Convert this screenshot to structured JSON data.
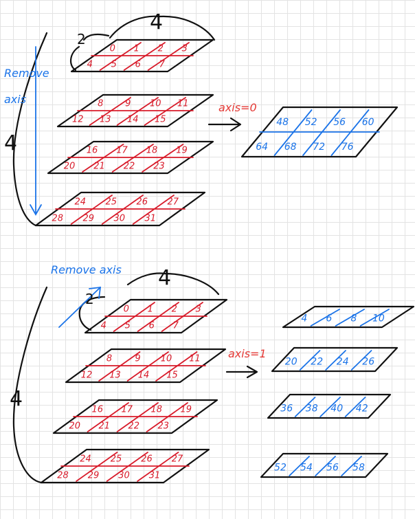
{
  "top": {
    "dim_depth": "4",
    "dim_rows": "2",
    "dim_cols": "4",
    "remove_axis_line1": "Remove",
    "remove_axis_line2": "axis",
    "operation": "axis=0",
    "planes": [
      {
        "row1": [
          "0",
          "1",
          "2",
          "3"
        ],
        "row2": [
          "4",
          "5",
          "6",
          "7"
        ]
      },
      {
        "row1": [
          "8",
          "9",
          "10",
          "11"
        ],
        "row2": [
          "12",
          "13",
          "14",
          "15"
        ]
      },
      {
        "row1": [
          "16",
          "17",
          "18",
          "19"
        ],
        "row2": [
          "20",
          "21",
          "22",
          "23"
        ]
      },
      {
        "row1": [
          "24",
          "25",
          "26",
          "27"
        ],
        "row2": [
          "28",
          "29",
          "30",
          "31"
        ]
      }
    ],
    "result": {
      "row1": [
        "48",
        "52",
        "56",
        "60"
      ],
      "row2": [
        "64",
        "68",
        "72",
        "76"
      ]
    }
  },
  "bottom": {
    "dim_depth": "4",
    "dim_rows": "2",
    "dim_cols": "4",
    "remove_axis": "Remove axis",
    "operation": "axis=1",
    "planes": [
      {
        "row1": [
          "0",
          "1",
          "2",
          "3"
        ],
        "row2": [
          "4",
          "5",
          "6",
          "7"
        ]
      },
      {
        "row1": [
          "8",
          "9",
          "10",
          "11"
        ],
        "row2": [
          "12",
          "13",
          "14",
          "15"
        ]
      },
      {
        "row1": [
          "16",
          "17",
          "18",
          "19"
        ],
        "row2": [
          "20",
          "21",
          "22",
          "23"
        ]
      },
      {
        "row1": [
          "24",
          "25",
          "26",
          "27"
        ],
        "row2": [
          "28",
          "29",
          "30",
          "31"
        ]
      }
    ],
    "results": [
      [
        "4",
        "6",
        "8",
        "10"
      ],
      [
        "20",
        "22",
        "24",
        "26"
      ],
      [
        "36",
        "38",
        "40",
        "42"
      ],
      [
        "52",
        "54",
        "56",
        "58"
      ]
    ]
  },
  "colors": {
    "ink": "#111111",
    "red": "#d81b2a",
    "blue": "#1a73e8",
    "label_red": "#e53935"
  }
}
